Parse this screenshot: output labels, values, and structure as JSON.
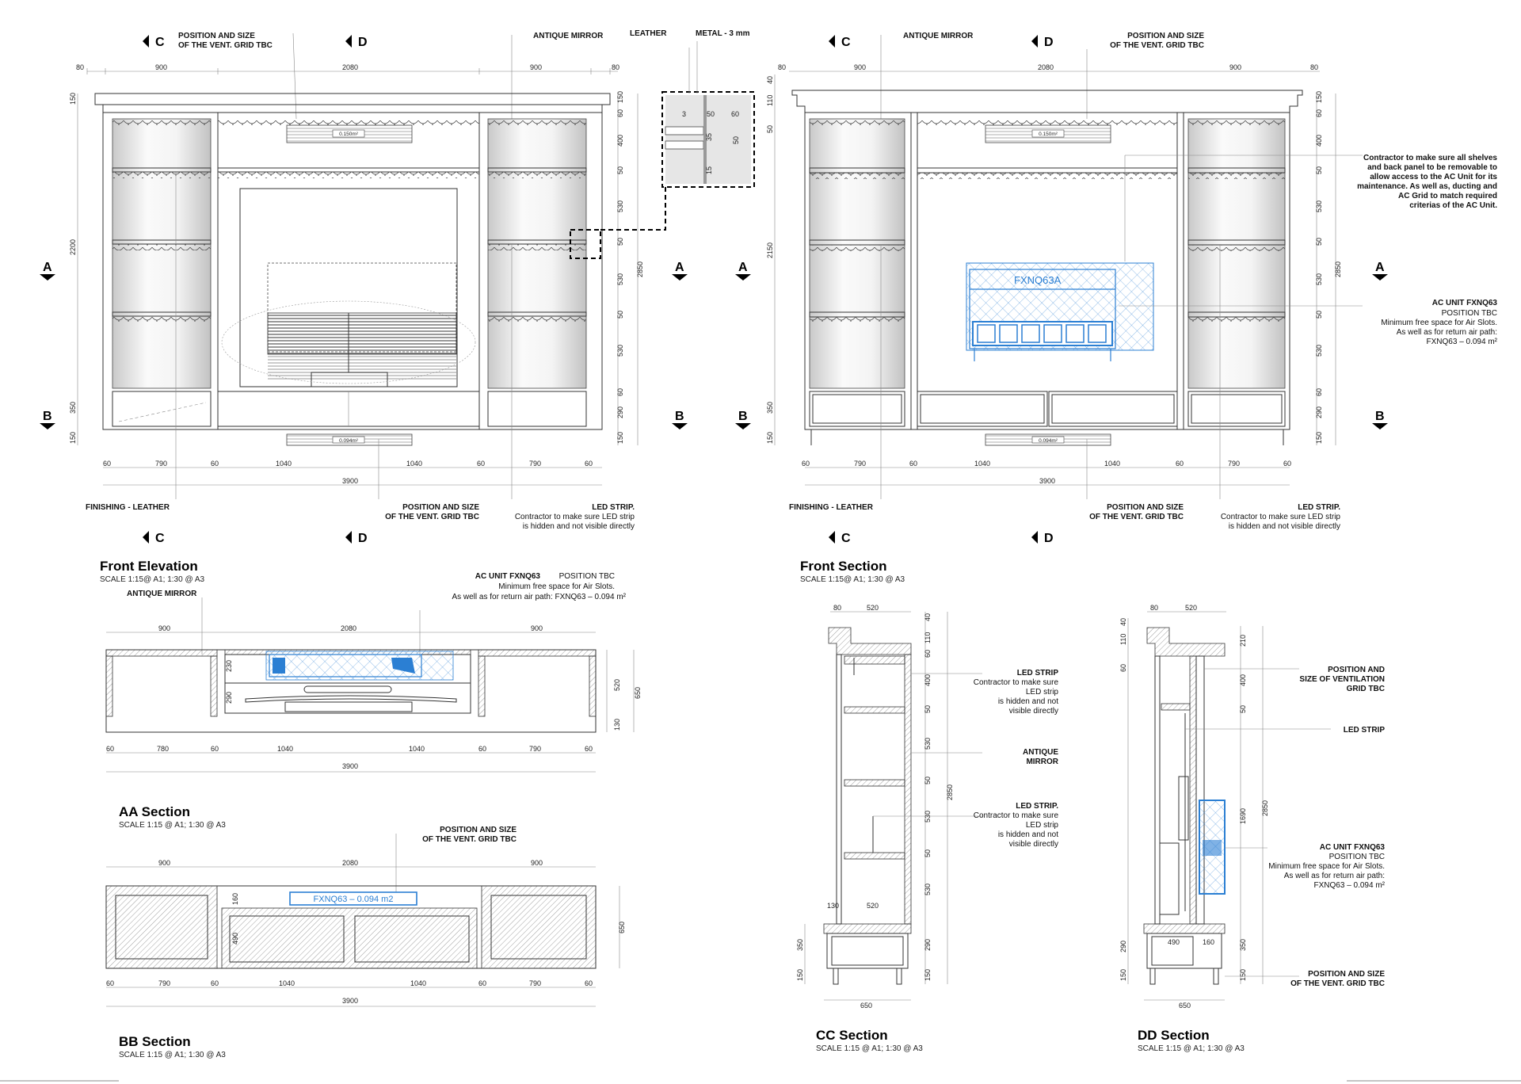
{
  "colors": {
    "ac_unit": "#2b7fd3",
    "line": "#333333",
    "background": "#ffffff"
  },
  "symbols": {
    "C": "C",
    "D": "D",
    "A": "A",
    "B": "B"
  },
  "labels": {
    "vent_grid_tbc": [
      "POSITION AND SIZE",
      "OF THE VENT. GRID TBC"
    ],
    "antique_mirror": "ANTIQUE MIRROR",
    "leather": "LEATHER",
    "metal_3mm": "METAL - 3 mm",
    "finishing_leather": "FINISHING - LEATHER",
    "led_strip_title": "LED STRIP.",
    "led_strip_note": [
      "Contractor to make sure LED strip",
      "is hidden and not visible directly"
    ],
    "contractor_note": [
      "Contractor to make sure all shelves",
      "and back panel to be removable to",
      "allow access to the AC Unit for its",
      "maintenance. As well as, ducting and",
      "AC Grid to match required",
      "criterias of the AC Unit."
    ],
    "ac_unit_title": "AC UNIT FXNQ63",
    "ac_unit_lines": [
      "POSITION TBC",
      "Minimum free space for Air Slots.",
      "As well as for return air path:",
      "FXNQ63 – 0.094 m²"
    ],
    "ac_model": "FXNQ63A",
    "vent_top_area": "0.150m²",
    "vent_bottom_area": "0.094m²",
    "aa_ac_title": "AC UNIT FXNQ63",
    "aa_ac_pos": "POSITION TBC",
    "aa_ac_lines": [
      "Minimum free space for Air Slots.",
      "As well as for return air path: FXNQ63 – 0.094 m²"
    ],
    "bb_box": "FXNQ63 – 0.094 m2",
    "cc_led1": [
      "LED STRIP",
      "Contractor to make sure",
      "LED strip",
      "is hidden and not",
      "visible directly"
    ],
    "cc_mirror": [
      "ANTIQUE",
      "MIRROR"
    ],
    "cc_led2": [
      "LED STRIP.",
      "Contractor to make sure",
      "LED strip",
      "is hidden and not",
      "visible directly"
    ],
    "dd_vent": [
      "POSITION AND",
      "SIZE OF VENTILATION",
      "GRID TBC"
    ],
    "dd_led": "LED STRIP",
    "dd_ac": [
      "AC UNIT FXNQ63",
      "POSITION TBC",
      "Minimum free space for Air Slots.",
      "As well as for return air path:",
      "FXNQ63 – 0.094 m²"
    ],
    "dd_vent_bottom": [
      "POSITION AND SIZE",
      "OF THE VENT. GRID TBC"
    ]
  },
  "titles": {
    "front_elevation": "Front Elevation",
    "front_elevation_scale": "SCALE 1:15@ A1; 1:30 @ A3",
    "front_section": "Front Section",
    "front_section_scale": "SCALE 1:15@ A1; 1:30 @ A3",
    "aa": "AA Section",
    "aa_scale": "SCALE 1:15 @ A1; 1:30 @ A3",
    "bb": "BB Section",
    "bb_scale": "SCALE 1:15 @ A1; 1:30 @ A3",
    "cc": "CC Section",
    "cc_scale": "SCALE 1:15 @ A1; 1:30 @ A3",
    "dd": "DD Section",
    "dd_scale": "SCALE 1:15 @ A1; 1:30 @ A3"
  },
  "dims": {
    "top_row": [
      "80",
      "900",
      "2080",
      "900",
      "80"
    ],
    "bottom_row": [
      "60",
      "790",
      "60",
      "1040",
      "1040",
      "60",
      "790",
      "60"
    ],
    "total": "3900",
    "fe_right": [
      "150",
      "60",
      "400",
      "50",
      "530",
      "50",
      "530",
      "50",
      "530",
      "60",
      "290",
      "150"
    ],
    "fe_left": [
      "150",
      "2200",
      "350",
      "150"
    ],
    "height_total": "2850",
    "fs_left": [
      "40",
      "110",
      "50",
      "2150",
      "350",
      "150"
    ],
    "detail": [
      "3",
      "50",
      "60",
      "35",
      "50",
      "15"
    ],
    "aa_top": [
      "900",
      "2080",
      "900"
    ],
    "aa_bottom": [
      "60",
      "780",
      "60",
      "1040",
      "1040",
      "60",
      "790",
      "60"
    ],
    "aa_vert": [
      "230",
      "290"
    ],
    "aa_right": [
      "520",
      "650",
      "130"
    ],
    "bb_top": [
      "900",
      "2080",
      "900"
    ],
    "bb_bottom": [
      "60",
      "790",
      "60",
      "1040",
      "1040",
      "60",
      "790",
      "60"
    ],
    "bb_vert": [
      "160",
      "490"
    ],
    "bb_right": "650",
    "cc_top": [
      "80",
      "520"
    ],
    "cc_right": [
      "40",
      "110",
      "60",
      "400",
      "50",
      "530",
      "50",
      "530",
      "50",
      "530",
      "290",
      "150"
    ],
    "cc_inner": [
      "130",
      "520"
    ],
    "cc_left": [
      "350",
      "150"
    ],
    "cc_bottom": "650",
    "dd_top": [
      "80",
      "520"
    ],
    "dd_left": [
      "40",
      "110",
      "60",
      "290",
      "150"
    ],
    "dd_right": [
      "210",
      "400",
      "50",
      "1690",
      "350",
      "150"
    ],
    "dd_inner": [
      "490",
      "160"
    ],
    "dd_bottom": "650"
  }
}
